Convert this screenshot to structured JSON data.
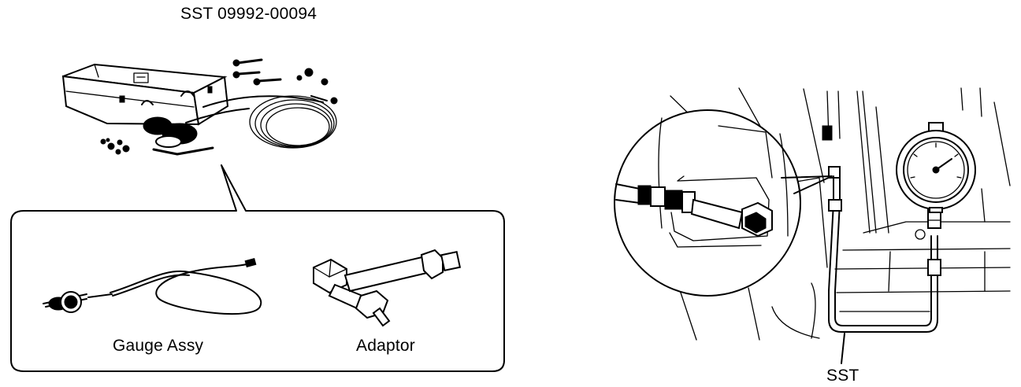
{
  "diagram": {
    "title": "SST 09992-00094",
    "kit_parts": {
      "gauge_label": "Gauge Assy",
      "adaptor_label": "Adaptor"
    },
    "installation": {
      "sst_label": "SST"
    }
  }
}
